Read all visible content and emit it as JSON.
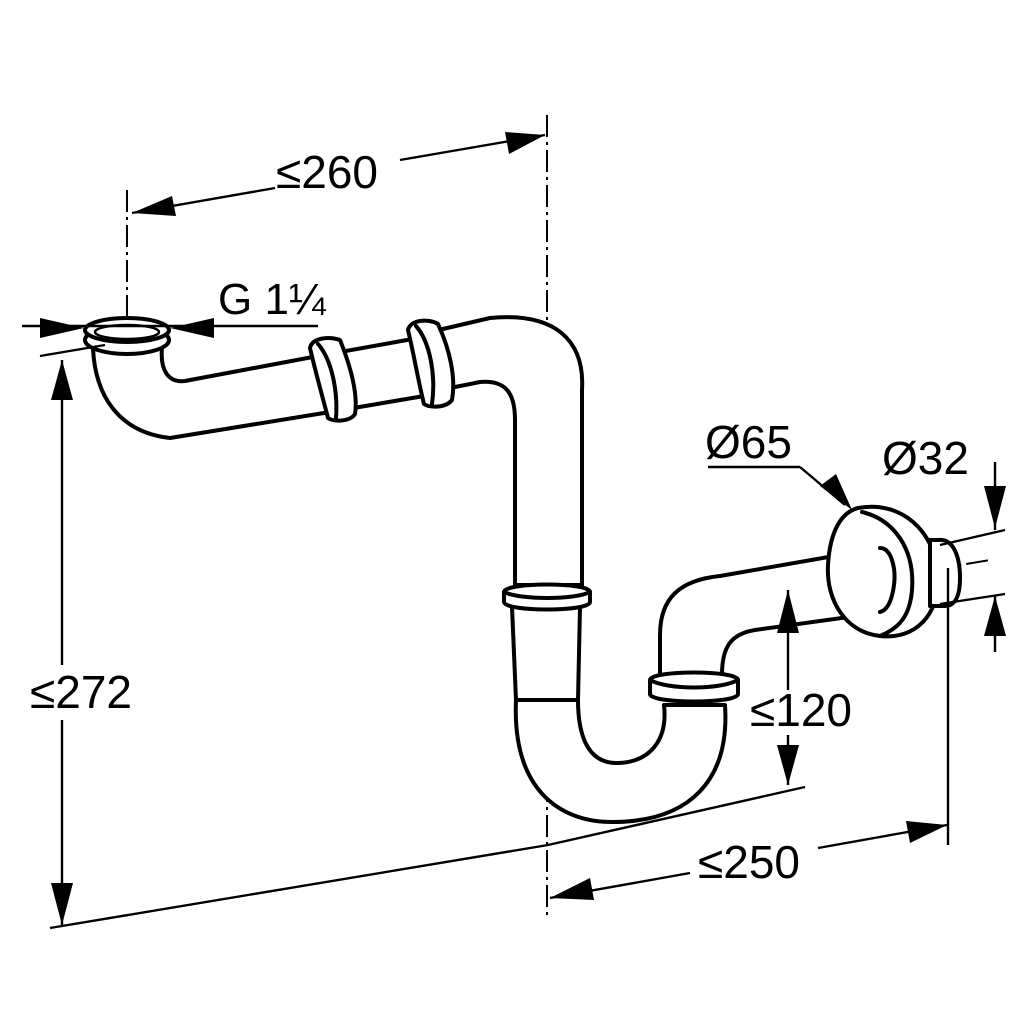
{
  "drawing": {
    "subject": "Pipe siphon (trap) with dimensions",
    "line_color": "#000000",
    "background": "#ffffff"
  },
  "dimensions": {
    "width_inlet_to_center": "≤260",
    "thread_size": "G 1¼",
    "total_height": "≤272",
    "outlet_height": "≤120",
    "outlet_length": "≤250",
    "rosette_diameter": "Ø65",
    "outlet_diameter": "Ø32"
  }
}
